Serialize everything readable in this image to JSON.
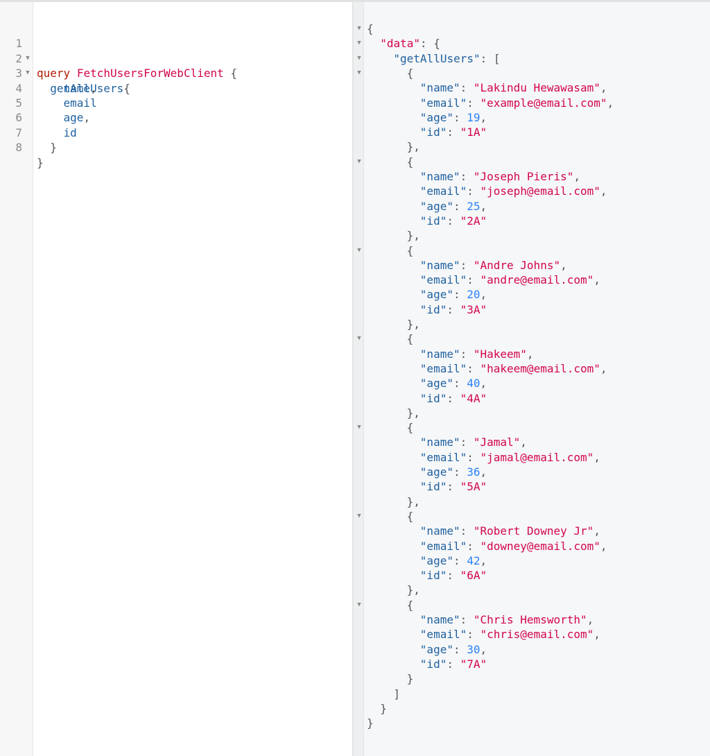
{
  "query": {
    "keyword": "query",
    "operation_name": "FetchUsersForWebClient",
    "root_field": "getAllUsers",
    "fields": [
      "name",
      "email",
      "age",
      "id"
    ],
    "line_numbers": [
      "1",
      "2",
      "3",
      "4",
      "5",
      "6",
      "7",
      "8"
    ]
  },
  "result": {
    "data_key": "\"data\"",
    "list_key": "\"getAllUsers\"",
    "users": [
      {
        "name": "\"Lakindu Hewawasam\"",
        "email": "\"example@email.com\"",
        "age": "19",
        "id": "\"1A\""
      },
      {
        "name": "\"Joseph Pieris\"",
        "email": "\"joseph@email.com\"",
        "age": "25",
        "id": "\"2A\""
      },
      {
        "name": "\"Andre Johns\"",
        "email": "\"andre@email.com\"",
        "age": "20",
        "id": "\"3A\""
      },
      {
        "name": "\"Hakeem\"",
        "email": "\"hakeem@email.com\"",
        "age": "40",
        "id": "\"4A\""
      },
      {
        "name": "\"Jamal\"",
        "email": "\"jamal@email.com\"",
        "age": "36",
        "id": "\"5A\""
      },
      {
        "name": "\"Robert Downey Jr\"",
        "email": "\"downey@email.com\"",
        "age": "42",
        "id": "\"6A\""
      },
      {
        "name": "\"Chris Hemsworth\"",
        "email": "\"chris@email.com\"",
        "age": "30",
        "id": "\"7A\""
      }
    ],
    "field_keys": {
      "name": "\"name\"",
      "email": "\"email\"",
      "age": "\"age\"",
      "id": "\"id\""
    }
  },
  "colors": {
    "keyword": "#b11a04",
    "definition": "#d2054e",
    "property": "#1f61a0",
    "string": "#d2054e",
    "number": "#2882f9",
    "punctuation": "#555555"
  },
  "icons": {
    "fold": "fold-arrow-icon"
  }
}
